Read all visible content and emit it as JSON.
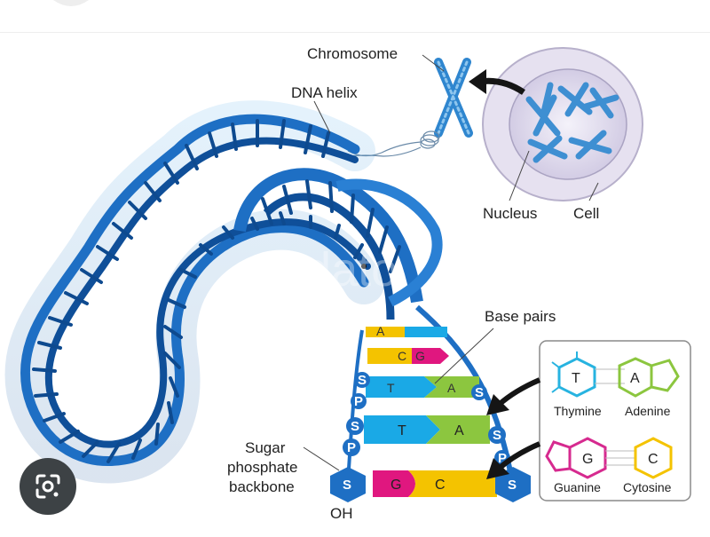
{
  "diagram": {
    "labels": {
      "chromosome": "Chromosome",
      "dna_helix": "DNA helix",
      "nucleus": "Nucleus",
      "cell": "Cell",
      "base_pairs": "Base pairs",
      "sugar_phosphate_backbone": [
        "Sugar",
        "phosphate",
        "backbone"
      ],
      "oh": "OH"
    },
    "base_pair_rungs": [
      {
        "left": "A",
        "right": "",
        "left_color": "#f4c300",
        "right_color": "#1aa9e6"
      },
      {
        "left": "C",
        "right": "G",
        "left_color": "#f4c300",
        "right_color": "#e0177f"
      },
      {
        "left": "T",
        "right": "A",
        "left_color": "#1aa9e6",
        "right_color": "#8cc63f"
      },
      {
        "left": "T",
        "right": "A",
        "left_color": "#1aa9e6",
        "right_color": "#8cc63f"
      },
      {
        "left": "G",
        "right": "C",
        "left_color": "#e0177f",
        "right_color": "#f4c300"
      }
    ],
    "backbone": {
      "sugar": "S",
      "phosphate": "P"
    },
    "legend": {
      "pairs": [
        {
          "left": {
            "letter": "T",
            "name": "Thymine",
            "color": "#27b3e0"
          },
          "right": {
            "letter": "A",
            "name": "Adenine",
            "color": "#8cc63f"
          }
        },
        {
          "left": {
            "letter": "G",
            "name": "Guanine",
            "color": "#d62a8f"
          },
          "right": {
            "letter": "C",
            "name": "Cytosine",
            "color": "#f4c300"
          }
        }
      ]
    },
    "colors": {
      "helix": "#1f6fc1",
      "helix_light": "#3f9be0",
      "helix_dark": "#0e4a8f",
      "cell_fill": "#e4def0"
    }
  },
  "watermark": "dkdato",
  "lens_button": "google-lens-icon"
}
